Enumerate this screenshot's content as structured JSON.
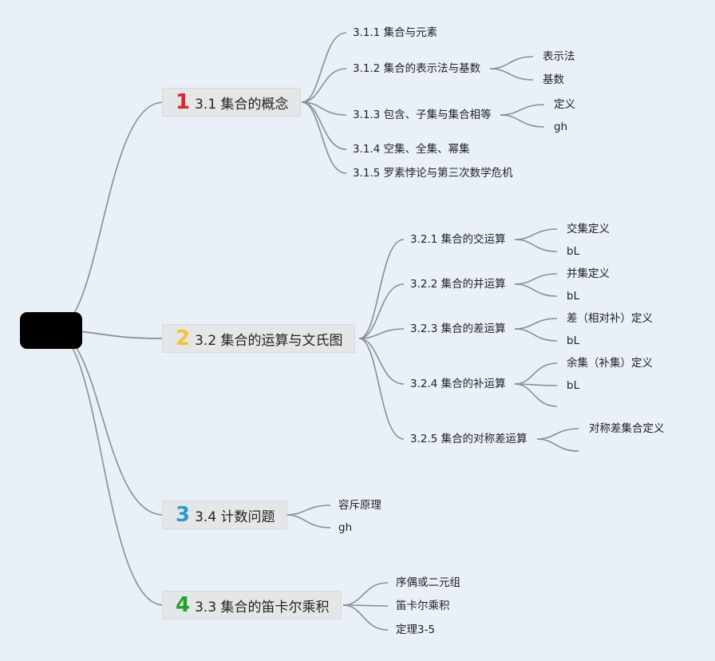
{
  "root": {
    "label": ""
  },
  "topics": [
    {
      "number": "1",
      "number_color": "#e0232f",
      "label": "3.1 集合的概念",
      "children": [
        {
          "label": "3.1.1 集合与元素",
          "children": []
        },
        {
          "label": "3.1.2 集合的表示法与基数",
          "children": [
            "表示法",
            "基数"
          ]
        },
        {
          "label": "3.1.3 包含、子集与集合相等",
          "children": [
            "定义",
            "gh"
          ]
        },
        {
          "label": "3.1.4 空集、全集、幂集",
          "children": []
        },
        {
          "label": "3.1.5 罗素悖论与第三次数学危机",
          "children": []
        }
      ]
    },
    {
      "number": "2",
      "number_color": "#f2c531",
      "label": "3.2 集合的运算与文氏图",
      "children": [
        {
          "label": "3.2.1 集合的交运算",
          "children": [
            "交集定义",
            "bL"
          ]
        },
        {
          "label": "3.2.2 集合的并运算",
          "children": [
            "并集定义",
            "bL"
          ]
        },
        {
          "label": "3.2.3 集合的差运算",
          "children": [
            "差（相对补）定义",
            "bL"
          ]
        },
        {
          "label": "3.2.4 集合的补运算",
          "children": [
            "余集（补集）定义",
            "bL",
            ""
          ]
        },
        {
          "label": "3.2.5 集合的对称差运算",
          "children": [
            "对称差集合定义",
            ""
          ]
        }
      ]
    },
    {
      "number": "3",
      "number_color": "#2a9ad6",
      "label": "3.4 计数问题",
      "children": [
        {
          "label": "容斥原理",
          "children": []
        },
        {
          "label": "gh",
          "children": []
        }
      ]
    },
    {
      "number": "4",
      "number_color": "#24a12f",
      "label": "3.3 集合的笛卡尔乘积",
      "children": [
        {
          "label": "序偶或二元组",
          "children": []
        },
        {
          "label": "笛卡尔乘积",
          "children": []
        },
        {
          "label": "定理3-5",
          "children": []
        }
      ]
    }
  ]
}
